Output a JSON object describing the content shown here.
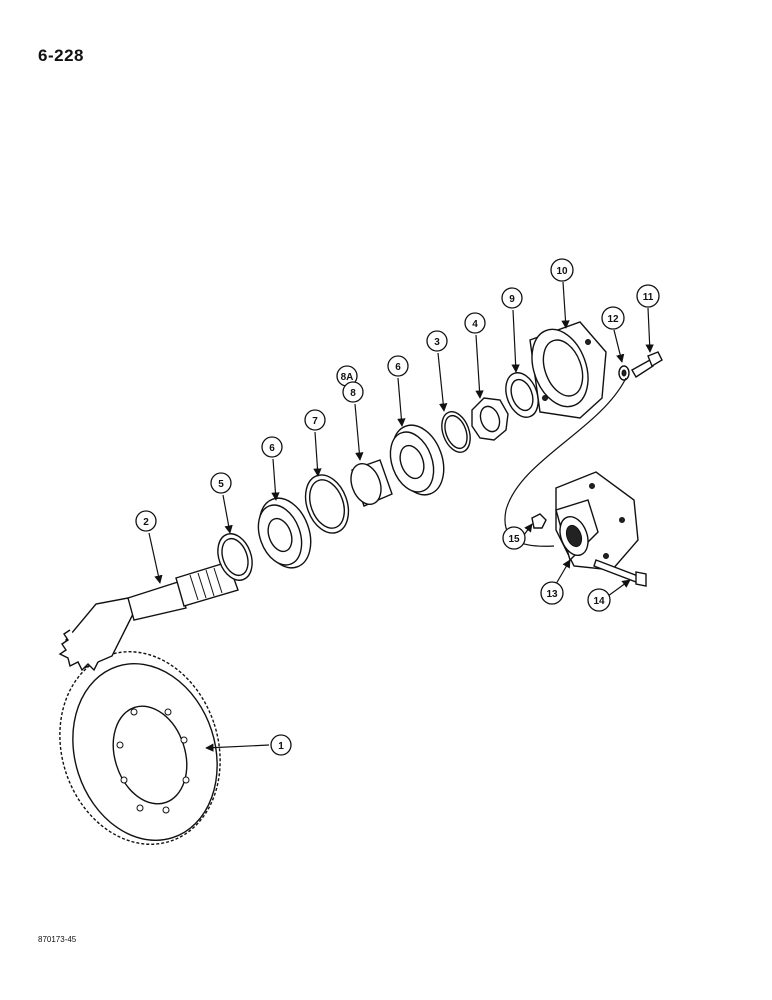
{
  "page": {
    "number": "6-228",
    "drawing_id": "870173-45"
  },
  "callouts": {
    "c1": "1",
    "c2": "2",
    "c3": "3",
    "c4": "4",
    "c5": "5",
    "c6a": "6",
    "c6b": "6",
    "c7": "7",
    "c8a": "8A",
    "c8": "8",
    "c9": "9",
    "c10": "10",
    "c11": "11",
    "c12": "12",
    "c13": "13",
    "c14": "14",
    "c15": "15"
  },
  "colors": {
    "ink": "#111111",
    "paper": "#ffffff"
  }
}
